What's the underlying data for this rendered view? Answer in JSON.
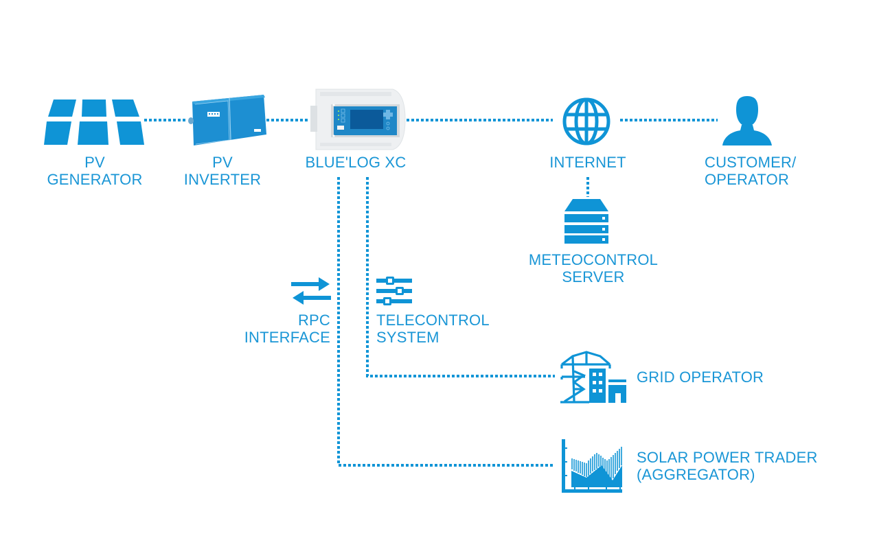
{
  "colors": {
    "accent": "#0f94d6",
    "label": "#1a96d6",
    "device_body": "#e8ebee",
    "device_panel": "#1f87c7",
    "device_screen": "#0b5a9a"
  },
  "nodes": {
    "pv_generator": {
      "icon": "solar-panel-icon",
      "lines": [
        "PV",
        "GENERATOR"
      ]
    },
    "pv_inverter": {
      "icon": "inverter-icon",
      "lines": [
        "PV",
        "INVERTER"
      ]
    },
    "bluelog": {
      "icon": "datalogger-device-icon",
      "lines": [
        "BLUE'LOG XC"
      ]
    },
    "internet": {
      "icon": "globe-icon",
      "lines": [
        "INTERNET"
      ]
    },
    "customer": {
      "icon": "user-icon",
      "lines": [
        "CUSTOMER/",
        "OPERATOR"
      ]
    },
    "server": {
      "icon": "server-icon",
      "lines": [
        "METEOCONTROL",
        "SERVER"
      ]
    },
    "rpc": {
      "icon": "exchange-arrows-icon",
      "lines": [
        "RPC",
        "INTERFACE"
      ]
    },
    "telecontrol": {
      "icon": "sliders-icon",
      "lines": [
        "TELECONTROL",
        "SYSTEM"
      ]
    },
    "grid_operator": {
      "icon": "power-pylon-building-icon",
      "lines": [
        "GRID OPERATOR"
      ]
    },
    "solar_trader": {
      "icon": "area-chart-icon",
      "lines": [
        "SOLAR POWER TRADER",
        "(AGGREGATOR)"
      ]
    }
  },
  "connections": [
    {
      "from": "pv_generator",
      "to": "pv_inverter"
    },
    {
      "from": "pv_inverter",
      "to": "bluelog"
    },
    {
      "from": "bluelog",
      "to": "internet"
    },
    {
      "from": "internet",
      "to": "customer"
    },
    {
      "from": "internet",
      "to": "server"
    },
    {
      "from": "bluelog",
      "to": "grid_operator",
      "via": "telecontrol"
    },
    {
      "from": "bluelog",
      "to": "solar_trader",
      "via": "rpc"
    }
  ]
}
